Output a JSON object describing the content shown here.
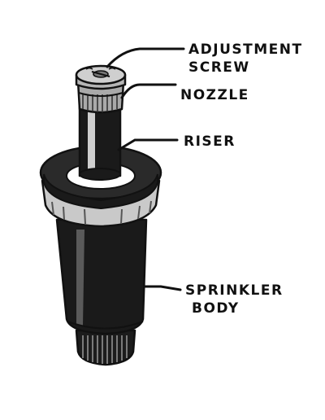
{
  "labels": {
    "adjustment_screw_line1": "ADJUSTMENT",
    "adjustment_screw_line2": "SCREW",
    "nozzle": "NOZZLE",
    "riser": "RISER",
    "sprinkler_body_line1": "SPRINKLER",
    "sprinkler_body_line2": "BODY"
  },
  "colors": {
    "ink": "#111111",
    "body_fill": "#1a1a1a",
    "cap_fill": "#2a2a2a",
    "collar_fill": "#c9c9c9",
    "nozzle_fill": "#a9a9a9",
    "screw_fill": "#b5b5b5",
    "highlight": "#8f8f8f",
    "riser_shine": "#cfcfcf",
    "inner_ring": "#ffffff"
  }
}
